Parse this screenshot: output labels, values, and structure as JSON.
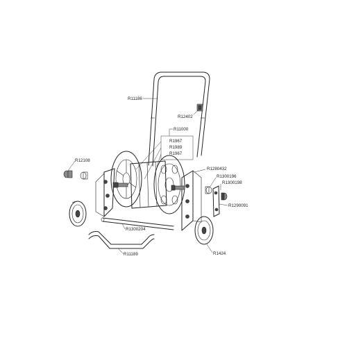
{
  "diagram": {
    "labels": {
      "handle": "R11186",
      "clip": "R12402",
      "reel_assembly": "R11000",
      "reel_part_a": "R1967",
      "reel_part_b": "R1989",
      "reel_part_c": "R1967",
      "left_fitting": "R12108",
      "frame_clip": "R1280432",
      "right_cap_a": "R1300196",
      "right_cap_b": "R1300198",
      "crank": "R1290091",
      "axle": "R1300204",
      "front_bar": "R11189",
      "wheel": "R1424"
    }
  }
}
